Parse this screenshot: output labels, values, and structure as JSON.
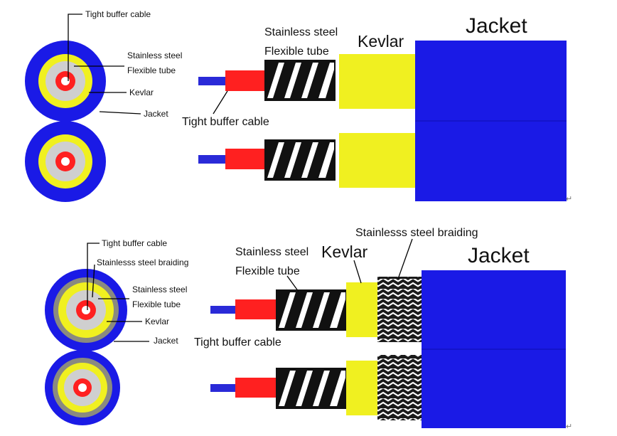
{
  "colors": {
    "jacket": "#1a1ae6",
    "kevlar": "#f0f020",
    "tight_buffer": "#ff2020",
    "fiber": "#2a2ad8",
    "steel": "#cfcfcf",
    "braid": "#8a8a80"
  },
  "top": {
    "cross_section_labels": {
      "tight_buffer": "Tight buffer cable",
      "steel_line1": "Stainless steel",
      "steel_line2": "Flexible tube",
      "kevlar": "Kevlar",
      "jacket": "Jacket"
    },
    "side_labels": {
      "steel_line1": "Stainless steel",
      "steel_line2": "Flexible tube",
      "kevlar": "Kevlar",
      "jacket": "Jacket",
      "tight_buffer": "Tight buffer cable"
    }
  },
  "bottom": {
    "cross_section_labels": {
      "tight_buffer": "Tight buffer cable",
      "braiding": "Stainlesss steel braiding",
      "steel_line1": "Stainless steel",
      "steel_line2": "Flexible tube",
      "kevlar": "Kevlar",
      "jacket": "Jacket"
    },
    "side_labels": {
      "braiding": "Stainlesss steel braiding",
      "steel_line1": "Stainless steel",
      "steel_line2": "Flexible tube",
      "kevlar": "Kevlar",
      "jacket": "Jacket",
      "tight_buffer": "Tight buffer cable"
    }
  },
  "return_mark": "↵"
}
